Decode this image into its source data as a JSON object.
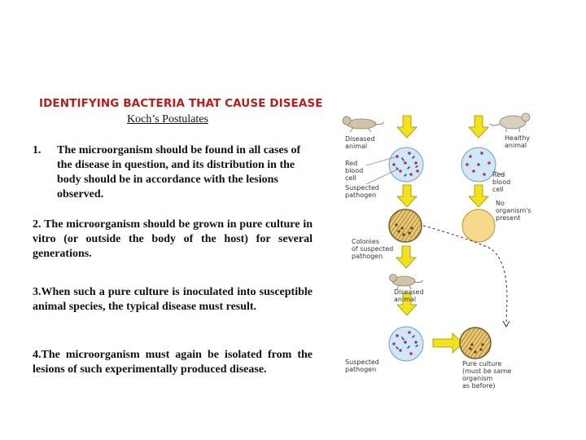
{
  "title": "IDENTIFYING BACTERIA THAT CAUSE DISEASE",
  "subtitle": "Koch’s Postulates",
  "postulates": [
    {
      "num": "1.",
      "text": "The microorganism should be found in all cases of the disease in question, and its distribution in the body should be in  accordance with the lesions observed."
    },
    {
      "text": "2.  The microorganism should be grown in pure culture in vitro (or outside the body of the host) for several generations."
    },
    {
      "text": "3.When such a pure culture is inoculated into susceptible animal species, the typical disease must result."
    },
    {
      "text": "4.The microorganism must again be isolated from the lesions of such experimentally produced disease."
    }
  ],
  "diagram": {
    "labels": {
      "diseased_animal_1": "Diseased\nanimal",
      "red_blood_cell_left": "Red\nblood\ncell",
      "suspected_pathogen_1": "Suspected\npathogen",
      "colonies": "Colonies\nof suspected\npathogen",
      "diseased_animal_2": "Diseased\nanimal",
      "suspected_pathogen_2": "Suspected\npathogen",
      "healthy_animal": "Healthy\nanimal",
      "red_blood_cell_right": "Red\nblood\ncell",
      "no_organisms": "No\norganism's\npresent",
      "pure_culture": "Pure culture\n(must be same\norganism\nas before)"
    },
    "colors": {
      "arrow": "#f2e21a",
      "arrow_outline": "#9a8f10",
      "blood_sample": "#cfe7f6",
      "clean_sample": "#f6d98b",
      "cell": "#b0306a",
      "pathogen": "#1b2f8a",
      "animal": "#cfc3aa",
      "dish_rim": "#6b5a2a",
      "title": "#b3201c"
    }
  }
}
